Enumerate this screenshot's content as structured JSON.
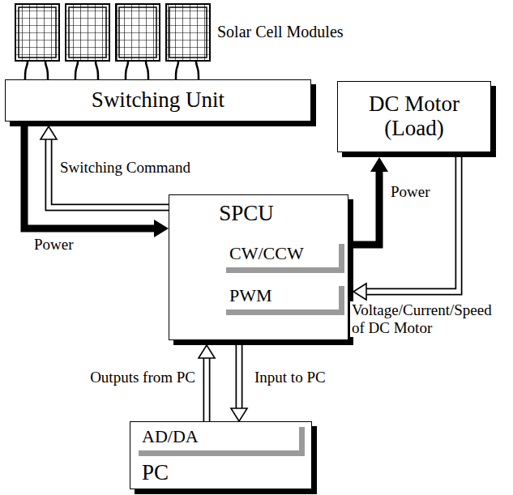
{
  "diagram": {
    "nodes": [
      {
        "text": [
          "Solar Cell Modules"
        ]
      },
      {
        "text": [
          "Switching Unit"
        ]
      },
      {
        "text": [
          "DC Motor (Load)"
        ]
      },
      {
        "text": [
          "SPCU"
        ]
      },
      {
        "text": [
          "CW/CCW"
        ],
        "in": 3
      },
      {
        "text": [
          "PWM"
        ],
        "in": 3
      },
      {
        "text": [
          "PC"
        ]
      },
      {
        "text": [
          "AD/DA"
        ],
        "in": 6
      }
    ],
    "edges": [
      {
        "from": 0,
        "to": 1,
        "arrow": "none"
      },
      {
        "from": 3,
        "to": 1,
        "arrow": "to",
        "label": "Switching Command"
      },
      {
        "from": 1,
        "to": 3,
        "arrow": "to",
        "label": "Power"
      },
      {
        "from": 3,
        "to": 2,
        "arrow": "to",
        "label": "Power"
      },
      {
        "from": 2,
        "to": 3,
        "arrow": "to",
        "label": "Voltage/Current/Speed of DC Motor"
      },
      {
        "from": 6,
        "to": 3,
        "arrow": "to",
        "label": "Outputs from PC"
      },
      {
        "from": 3,
        "to": 6,
        "arrow": "to",
        "label": "Input to PC"
      }
    ]
  }
}
